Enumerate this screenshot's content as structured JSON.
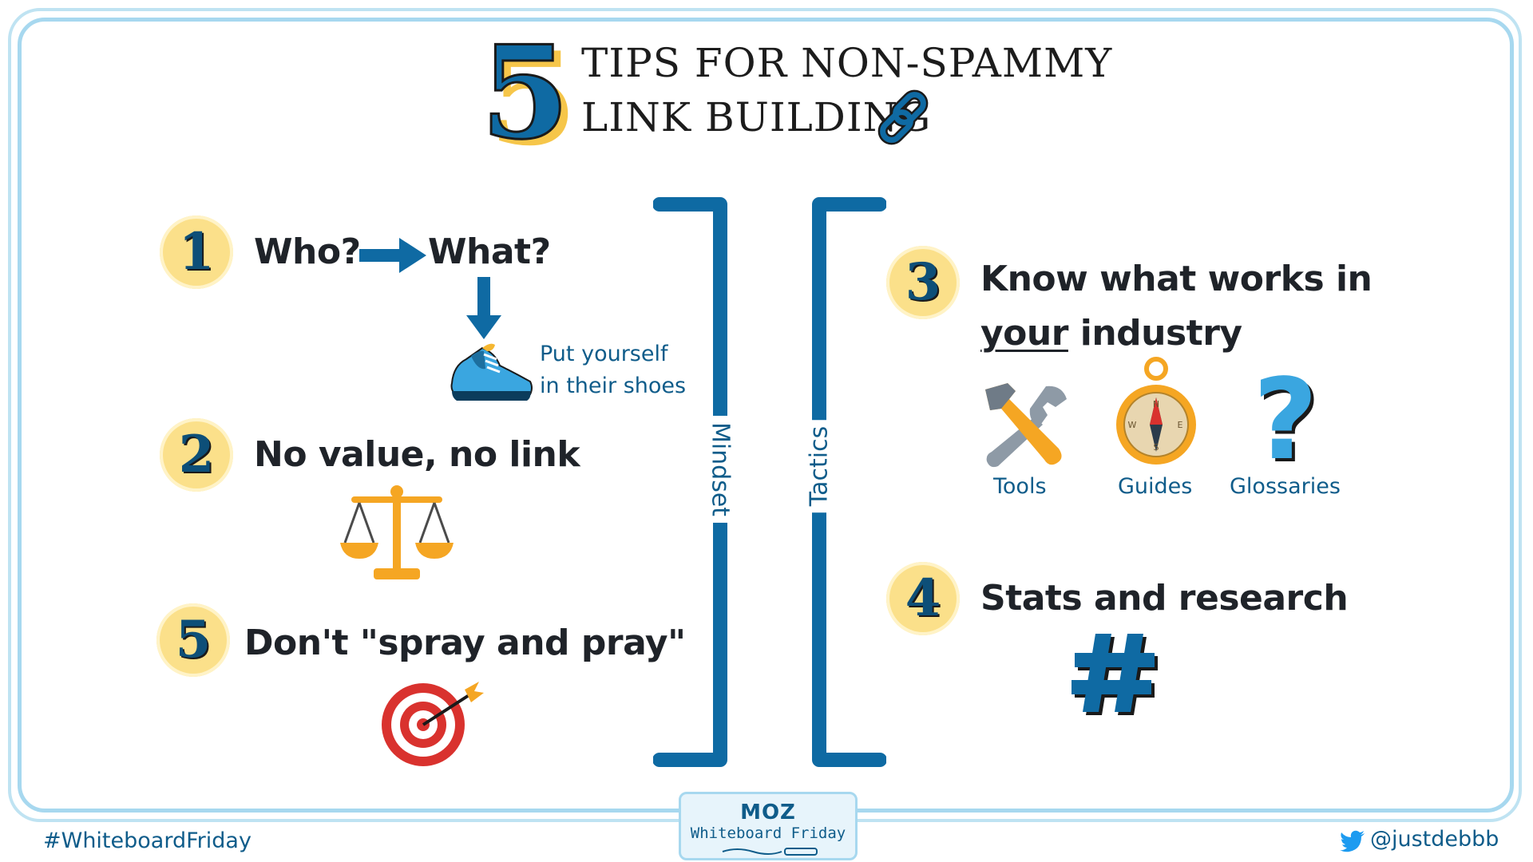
{
  "title": {
    "number": "5",
    "line1": "TIPS FOR NON-SPAMMY",
    "line2": "LINK BUILDING"
  },
  "tips": {
    "tip1": {
      "number": "1",
      "who": "Who?",
      "what": "What?",
      "note_line1": "Put yourself",
      "note_line2": "in their shoes"
    },
    "tip2": {
      "number": "2",
      "text": "No value, no link"
    },
    "tip3": {
      "number": "3",
      "line1": "Know what works in",
      "line2_underlined": "your",
      "line2_rest": " industry",
      "items": [
        {
          "label": "Tools",
          "icon": "tools-icon"
        },
        {
          "label": "Guides",
          "icon": "compass-icon"
        },
        {
          "label": "Glossaries",
          "icon": "question-icon"
        }
      ]
    },
    "tip4": {
      "number": "4",
      "text": "Stats and research"
    },
    "tip5": {
      "number": "5",
      "text": "Don't \"spray and pray\""
    }
  },
  "brackets": {
    "left_label": "Mindset",
    "right_label": "Tactics"
  },
  "compass_letters": {
    "n": "N",
    "e": "E",
    "s": "S",
    "w": "W"
  },
  "footer": {
    "hashtag": "#WhiteboardFriday",
    "handle": "@justdebbb",
    "logo_brand": "MOZ",
    "logo_sub": "Whiteboard Friday"
  },
  "colors": {
    "blue": "#0f5c8a",
    "bracket": "#0e6aa3",
    "badge": "#fbe08a",
    "orange": "#f5a623",
    "frame": "#a7d8ef"
  }
}
